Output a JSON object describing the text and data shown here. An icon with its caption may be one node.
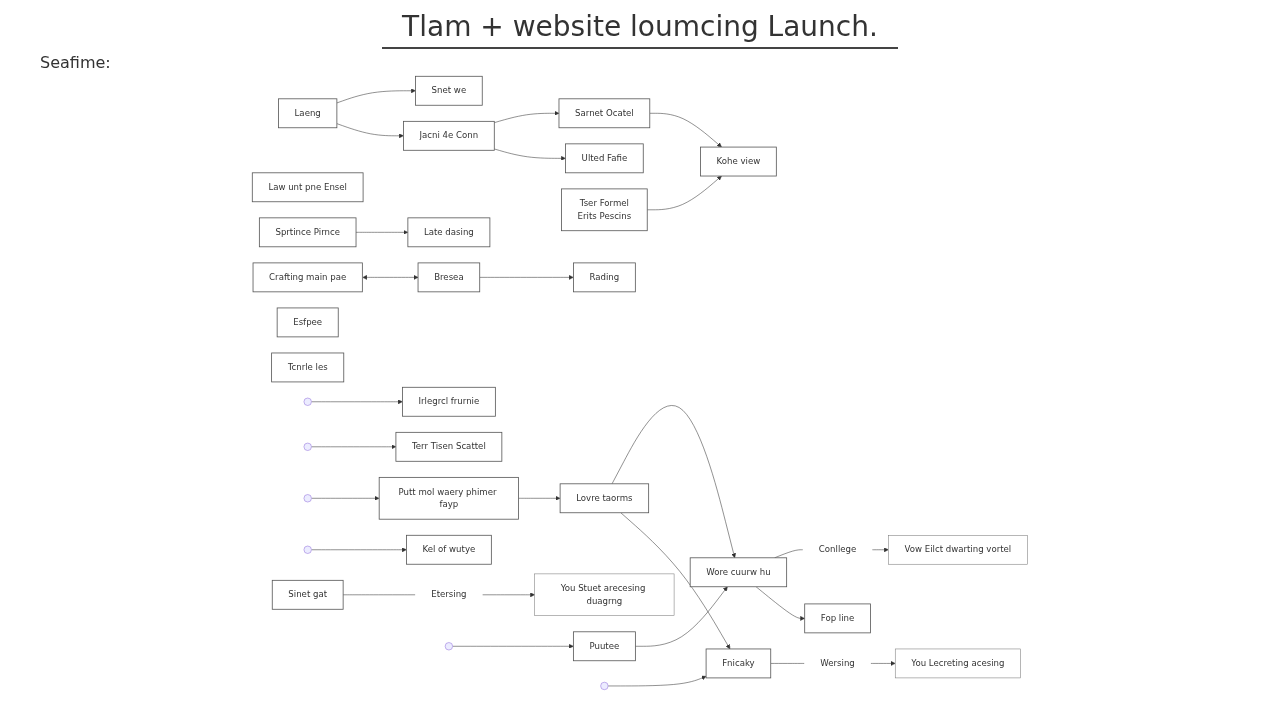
{
  "diagram": {
    "title": "Tlam + website loumcing Launch.",
    "nodes": [
      {
        "text": [
          "Laeng"
        ]
      },
      {
        "text": [
          "Jacni 4e Conn"
        ]
      },
      {
        "text": [
          "Sarnet Ocatel"
        ]
      },
      {
        "text": [
          "Snet we"
        ]
      },
      {
        "text": [
          "Ulted Fafie"
        ]
      },
      {
        "text": [
          "Law unt pne Ensel"
        ]
      },
      {
        "text": [
          "Kohe view"
        ]
      },
      {
        "text": [
          "Sprtince Pirnce"
        ]
      },
      {
        "text": [
          "Late dasing"
        ]
      },
      {
        "text": [
          "Tser Formel",
          "Erits Pescins"
        ]
      },
      {
        "text": [
          "Crafting main pae"
        ]
      },
      {
        "text": [
          "Bresea"
        ]
      },
      {
        "text": [
          "Rading"
        ]
      },
      {
        "text": [
          "Esfpee"
        ]
      },
      {
        "text": [
          "Tcnrle les"
        ]
      },
      {
        "text": [
          "Irlegrcl frurnie"
        ]
      },
      {
        "text": [
          "Terr Tisen Scattel"
        ]
      },
      {
        "text": [
          "Putt mol waery phimer fayp"
        ]
      },
      {
        "text": [
          "Puutee"
        ]
      },
      {
        "text": [
          "Kel of wutye"
        ]
      },
      {
        "text": [
          "Sinet gat"
        ]
      },
      {
        "text": [
          "Fnicaky"
        ]
      },
      {
        "text": [
          "Lovre taorms"
        ]
      },
      {
        "text": [
          "Wore cuurw hu"
        ]
      },
      {
        "text": [
          "Fop line"
        ]
      },
      {
        "text": [
          "Etersing"
        ]
      },
      {
        "text": [
          "Wersing"
        ]
      },
      {
        "text": [
          "Conllege"
        ]
      },
      {
        "text": [
          "You Stuet arecesing duagrng"
        ]
      },
      {
        "text": [
          "You Lecreting acesing"
        ]
      },
      {
        "text": [
          "Vow Eilct dwarting vortel"
        ]
      }
    ],
    "edges": [
      {
        "from": 0,
        "to": 1,
        "arrow": "to"
      },
      {
        "from": 0,
        "to": 3,
        "arrow": "to"
      },
      {
        "from": 1,
        "to": 4,
        "arrow": "to"
      },
      {
        "from": 1,
        "to": 2,
        "arrow": "to"
      },
      {
        "from": 2,
        "to": 6,
        "arrow": "to"
      },
      {
        "from": 9,
        "to": 6,
        "arrow": "to"
      },
      {
        "from": 7,
        "to": 8,
        "arrow": "to"
      },
      {
        "from": 10,
        "to": 11,
        "arrow": "both"
      },
      {
        "from": 11,
        "to": 12,
        "arrow": "to"
      },
      {
        "from": null,
        "to": 15,
        "arrow": "to"
      },
      {
        "from": null,
        "to": 16,
        "arrow": "to"
      },
      {
        "from": null,
        "to": 17,
        "arrow": "to"
      },
      {
        "from": null,
        "to": 18,
        "arrow": "to"
      },
      {
        "from": 17,
        "to": 22,
        "arrow": "to"
      },
      {
        "from": 18,
        "to": 23,
        "arrow": "to"
      },
      {
        "from": null,
        "to": 19,
        "arrow": "to"
      },
      {
        "from": null,
        "to": 21,
        "arrow": "to"
      },
      {
        "from": 22,
        "to": 21,
        "arrow": "to"
      },
      {
        "from": 22,
        "to": 23,
        "arrow": "to"
      },
      {
        "from": 23,
        "to": 24,
        "arrow": "to"
      },
      {
        "from": 20,
        "to": 25,
        "arrow": "none"
      },
      {
        "from": 25,
        "to": 28,
        "arrow": "to"
      },
      {
        "from": 21,
        "to": 26,
        "arrow": "none"
      },
      {
        "from": 26,
        "to": 29,
        "arrow": "to"
      },
      {
        "from": 23,
        "to": 27,
        "arrow": "none"
      },
      {
        "from": 27,
        "to": 30,
        "arrow": "to"
      }
    ],
    "labels": [
      "Seafime:"
    ]
  }
}
